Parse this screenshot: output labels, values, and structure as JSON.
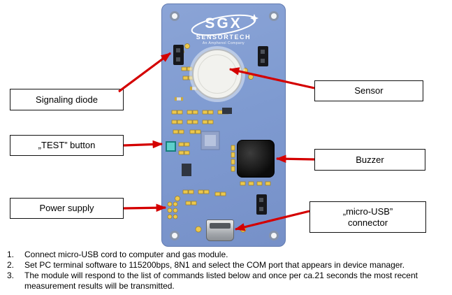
{
  "board": {
    "logo": "SGX",
    "brand": "SENSORTECH",
    "brand_sub": "An Amphenol Company"
  },
  "callouts": {
    "signaling_diode": "Signaling diode",
    "test_button": "„TEST” button",
    "power_supply": "Power supply",
    "sensor": "Sensor",
    "buzzer": "Buzzer",
    "micro_usb_line1": "„micro-USB”",
    "micro_usb_line2": "connector"
  },
  "colors": {
    "pcb_blue": "#7f9bd1",
    "arrow_red": "#d40000",
    "pad_gold": "#ecc84e"
  },
  "instructions": [
    {
      "num": "1.",
      "text": "Connect micro-USB cord to computer and gas module."
    },
    {
      "num": "2.",
      "text": "Set PC terminal software to 115200bps, 8N1 and select the COM port that appears in device manager."
    },
    {
      "num": "3.",
      "text": "The module will respond to the list of commands listed below and once per ca.21 seconds the most recent measurement results will be transmitted."
    }
  ]
}
